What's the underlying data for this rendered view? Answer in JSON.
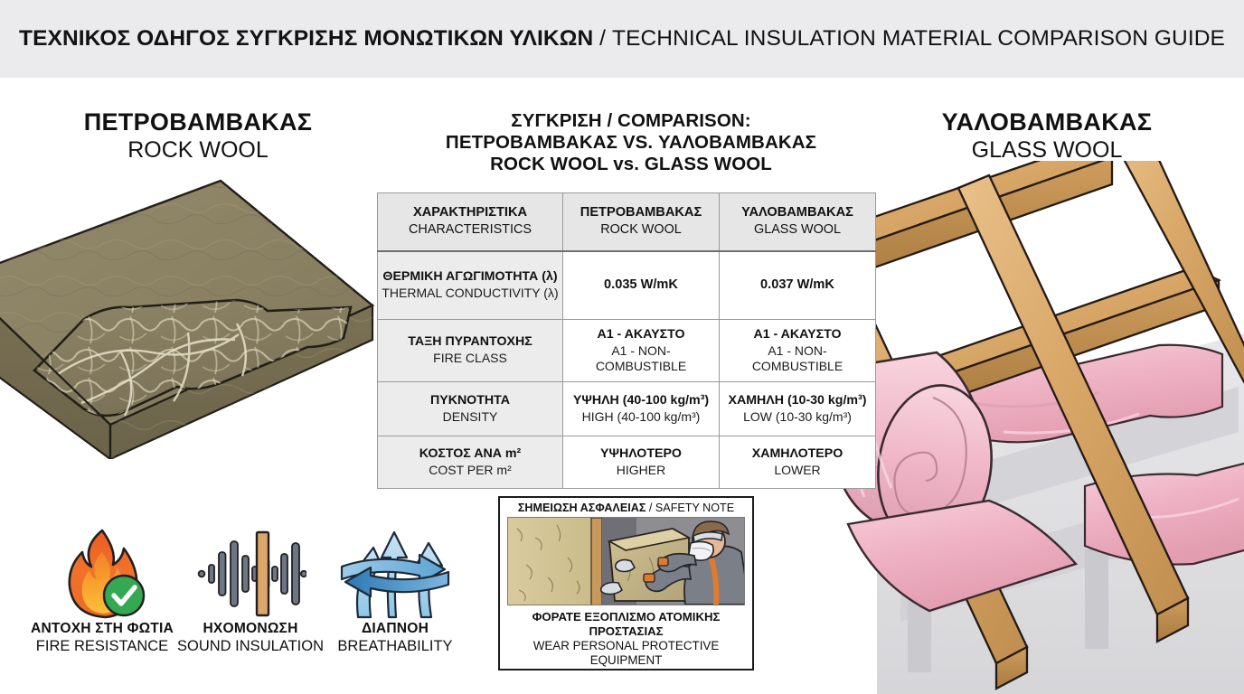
{
  "header": {
    "title_gr": "ΤΕΧΝΙΚΟΣ ΟΔΗΓΟΣ ΣΥΓΚΡΙΣΗΣ ΜΟΝΩΤΙΚΩΝ ΥΛΙΚΩΝ",
    "separator": " / ",
    "title_en": "TECHNICAL INSULATION MATERIAL COMPARISON GUIDE",
    "band_color": "#ebeaec"
  },
  "left_panel": {
    "title_gr": "ΠΕΤΡΟΒΑΜΒΑΚΑΣ",
    "title_en": "ROCK WOOL",
    "illustration": "rock-wool-slab",
    "material_color": "#8a8163"
  },
  "right_panel": {
    "title_gr": "ΥΑΛΟΒΑΜΒΑΚΑΣ",
    "title_en": "GLASS WOOL",
    "illustration": "glass-wool-roll-on-rafters",
    "material_color": "#f0b9c8",
    "timber_color": "#d9a96a"
  },
  "center": {
    "heading_line1": "ΣΥΓΚΡΙΣΗ / COMPARISON:",
    "heading_line2": "ΠΕΤΡΟΒΑΜΒΑΚΑΣ VS. ΥΑΛΟΒΑΜΒΑΚΑΣ",
    "heading_line3": "ROCK WOOL vs. GLASS WOOL"
  },
  "table": {
    "columns": [
      {
        "gr": "ΧΑΡΑΚΤΗΡΙΣΤΙΚΑ",
        "en": "CHARACTERISTICS"
      },
      {
        "gr": "ΠΕΤΡΟΒΑΜΒΑΚΑΣ",
        "en": "ROCK WOOL"
      },
      {
        "gr": "ΥΑΛΟΒΑΜΒΑΚΑΣ",
        "en": "GLASS WOOL"
      }
    ],
    "rows": [
      {
        "label_gr": "ΘΕΡΜΙΚΗ ΑΓΩΓΙΜΟΤΗΤΑ (λ)",
        "label_en": "THERMAL CONDUCTIVITY (λ)",
        "rock_gr": "0.035 W/mK",
        "rock_en": "",
        "glass_gr": "0.037 W/mK",
        "glass_en": ""
      },
      {
        "label_gr": "ΤΑΞΗ ΠΥΡΑΝΤΟΧΗΣ",
        "label_en": "FIRE CLASS",
        "rock_gr": "Α1 - ΑΚΑΥΣΤΟ",
        "rock_en": "A1 - NON-COMBUSTIBLE",
        "glass_gr": "Α1 - ΑΚΑΥΣΤΟ",
        "glass_en": "A1 - NON-COMBUSTIBLE"
      },
      {
        "label_gr": "ΠΥΚΝΟΤΗΤΑ",
        "label_en": "DENSITY",
        "rock_gr": "ΥΨΗΛΗ (40-100 kg/m³)",
        "rock_en": "HIGH (40-100 kg/m³)",
        "glass_gr": "ΧΑΜΗΛΗ (10-30 kg/m³)",
        "glass_en": "LOW (10-30 kg/m³)"
      },
      {
        "label_gr": "ΚΟΣΤΟΣ ΑΝΑ m²",
        "label_en": "COST PER m²",
        "rock_gr": "ΥΨΗΛΟΤΕΡΟ",
        "rock_en": "HIGHER",
        "glass_gr": "ΧΑΜΗΛΟΤΕΡΟ",
        "glass_en": "LOWER"
      }
    ]
  },
  "features": [
    {
      "icon": "flame-check-icon",
      "gr": "ΑΝΤΟΧΗ ΣΤΗ ΦΩΤΙΑ",
      "en": "FIRE RESISTANCE",
      "color": "#f07a27",
      "accent": "#34a853"
    },
    {
      "icon": "sound-wave-panel-icon",
      "gr": "ΗΧΟΜΟΝΩΣΗ",
      "en": "SOUND INSULATION",
      "color": "#4a5566",
      "accent": "#d9a96a"
    },
    {
      "icon": "air-flow-arrows-icon",
      "gr": "ΔΙΑΠΝΟΗ",
      "en": "BREATHABILITY",
      "color": "#9fd0ea",
      "accent": "#2e7fb8"
    }
  ],
  "safety_note": {
    "title_gr": "ΣΗΜΕΙΩΣΗ ΑΣΦΑΛΕΙΑΣ",
    "title_sep": " / ",
    "title_en": "SAFETY NOTE",
    "image": "worker-installing-insulation-with-mask-and-gloves",
    "footer_gr": "ΦΟΡΑΤΕ ΕΞΟΠΛΙΣΜΟ ΑΤΟΜΙΚΗΣ ΠΡΟΣΤΑΣΙΑΣ",
    "footer_en": "WEAR PERSONAL PROTECTIVE EQUIPMENT"
  }
}
